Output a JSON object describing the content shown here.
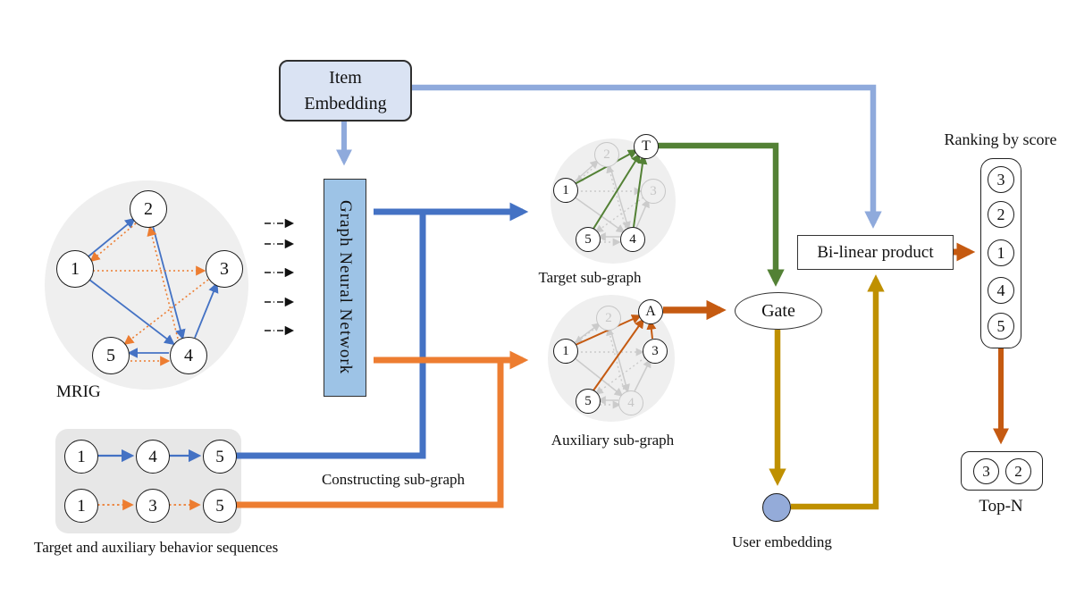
{
  "item_embedding": {
    "line1": "Item",
    "line2": "Embedding"
  },
  "gnn": {
    "label": "Graph Neural Network"
  },
  "mrig": {
    "label": "MRIG",
    "nodes": [
      "1",
      "2",
      "3",
      "4",
      "5"
    ],
    "target_edges": [
      "1→2",
      "2→4",
      "1→4",
      "4→5",
      "4→3"
    ],
    "auxiliary_edges": [
      "2→1",
      "1→3",
      "4→2",
      "3→5",
      "5→4"
    ]
  },
  "target_subgraph": {
    "label": "Target sub-graph",
    "n1": "1",
    "n5": "5",
    "n4": "4",
    "t": "T",
    "ghost2": "2",
    "ghost3": "3",
    "edges": [
      "1→T",
      "5→T",
      "4→T"
    ]
  },
  "aux_subgraph": {
    "label": "Auxiliary sub-graph",
    "n1": "1",
    "n3": "3",
    "n5": "5",
    "a": "A",
    "ghost2": "2",
    "ghost4": "4",
    "edges": [
      "1→A",
      "5→A",
      "3→A"
    ]
  },
  "sequences": {
    "caption": "Target and auxiliary behavior sequences",
    "target_row": [
      "1",
      "4",
      "5"
    ],
    "aux_row": [
      "1",
      "3",
      "5"
    ]
  },
  "constructing_label": "Constructing sub-graph",
  "gate": {
    "label": "Gate"
  },
  "bilinear": {
    "label": "Bi-linear product"
  },
  "ranking": {
    "label": "Ranking by score",
    "items": [
      "3",
      "2",
      "1",
      "4",
      "5"
    ]
  },
  "topn": {
    "label": "Top-N",
    "items": [
      "3",
      "2"
    ]
  },
  "user_embedding": {
    "label": "User embedding"
  },
  "colors": {
    "target_blue": "#4472C4",
    "auxiliary_orange": "#ED7D31",
    "embedding_lightblue": "#8FAADC",
    "target_green": "#538135",
    "user_gold": "#BF9000",
    "score_darkorange": "#C55A11",
    "ghost_grey": "#CBCBCB",
    "gnn_fill": "#9DC3E6",
    "item_embedding_fill": "#DAE3F3"
  }
}
